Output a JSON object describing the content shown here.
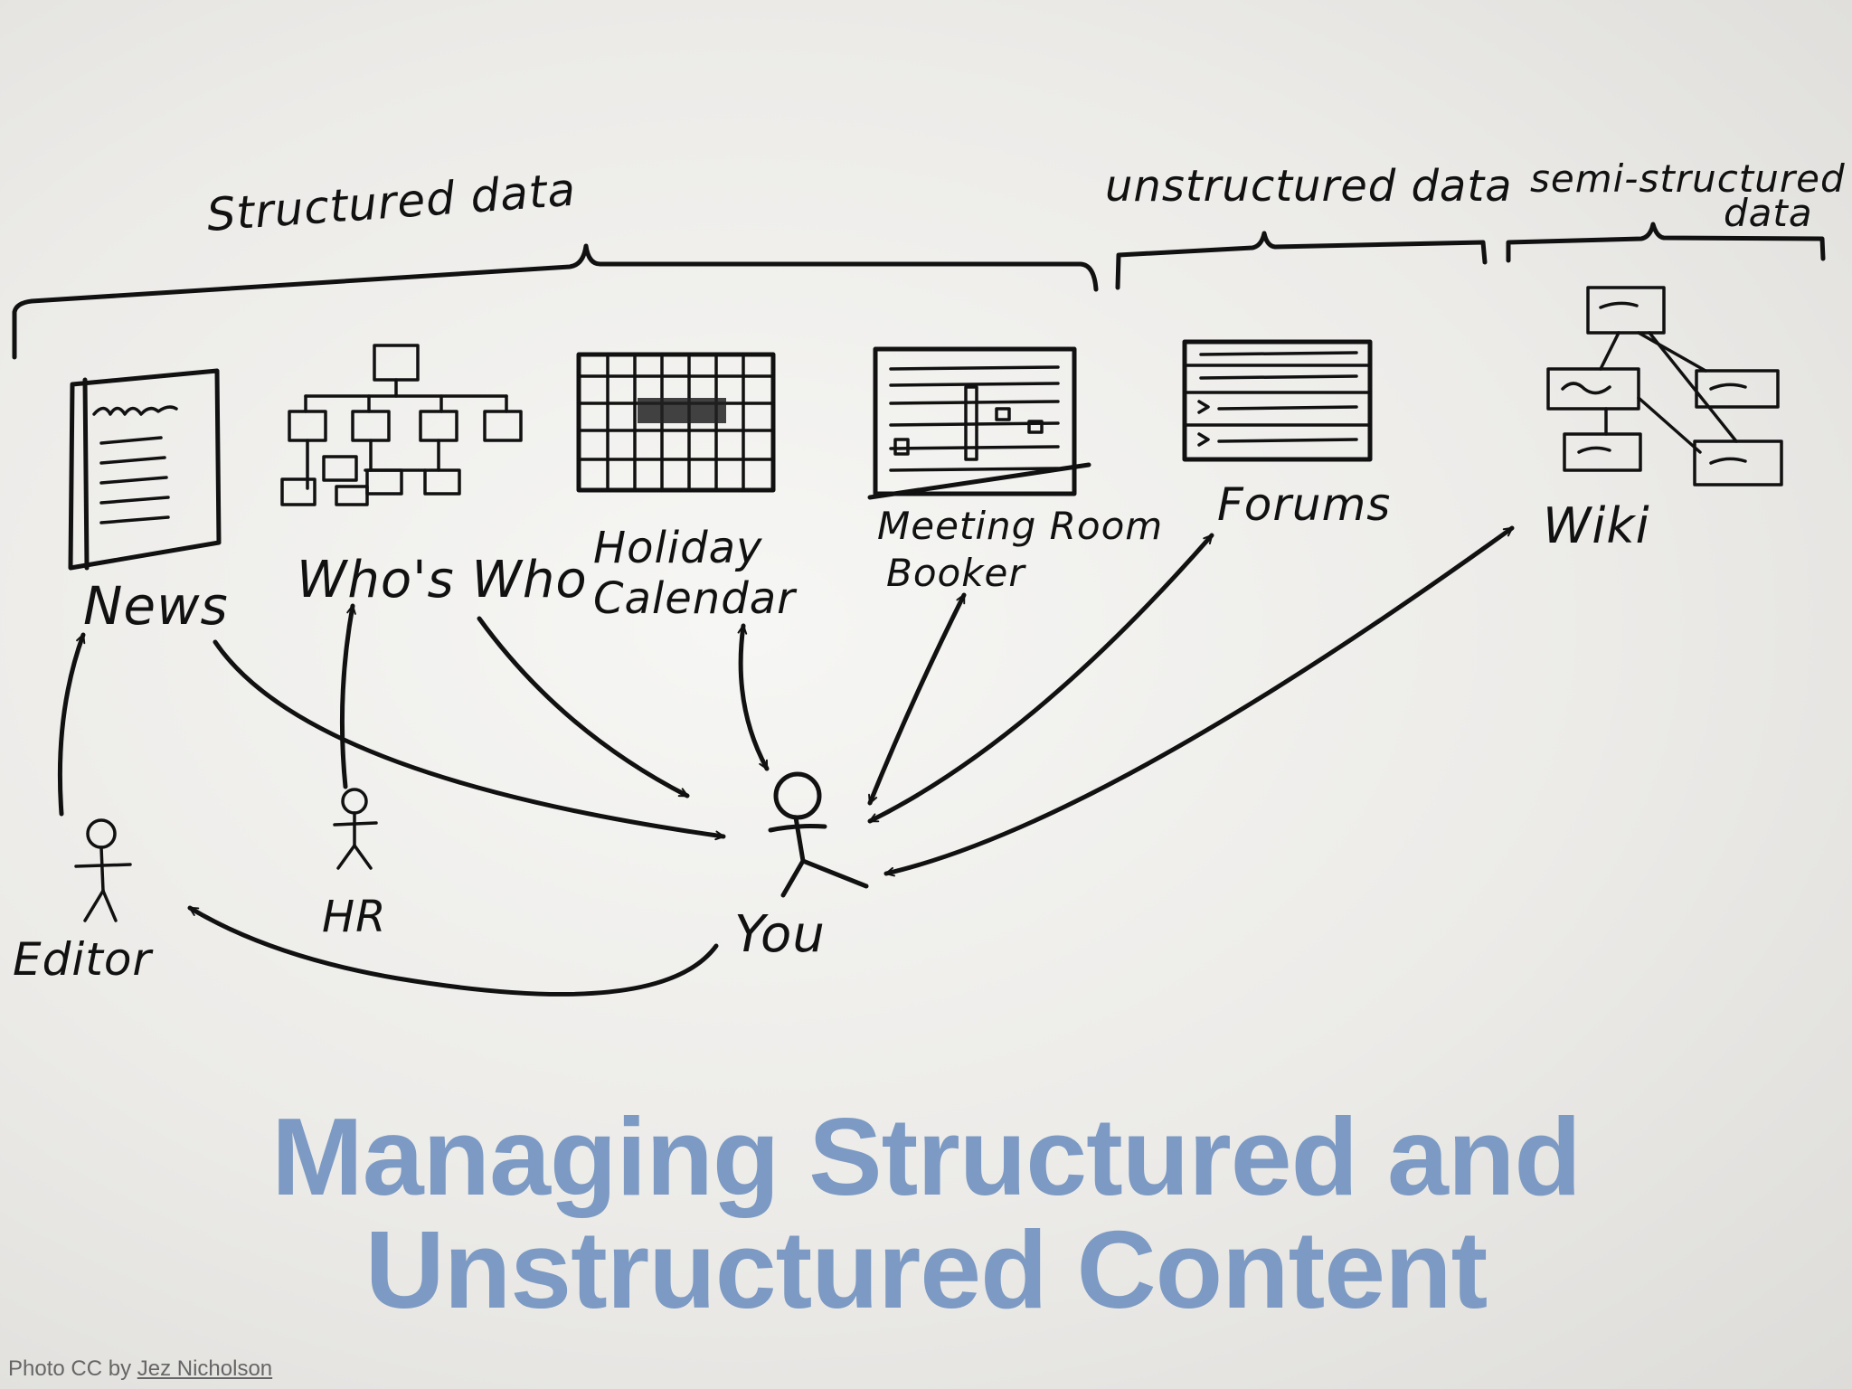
{
  "diagram": {
    "groups": {
      "structured": "Structured data",
      "unstructured": "unstructured data",
      "semi_structured": [
        "semi-structured",
        "data"
      ]
    },
    "nodes": {
      "news": "News",
      "whos_who": "Who's Who",
      "holiday_calendar": [
        "Holiday",
        "Calendar"
      ],
      "meeting_room_booker": [
        "Meeting Room",
        "Booker"
      ],
      "forums": "Forums",
      "wiki": "Wiki"
    },
    "people": {
      "editor": "Editor",
      "hr": "HR",
      "you": "You"
    }
  },
  "slide": {
    "title_line_1": "Managing Structured and",
    "title_line_2": "Unstructured Content",
    "credit_prefix": "Photo CC by",
    "credit_author": "Jez Nicholson"
  }
}
